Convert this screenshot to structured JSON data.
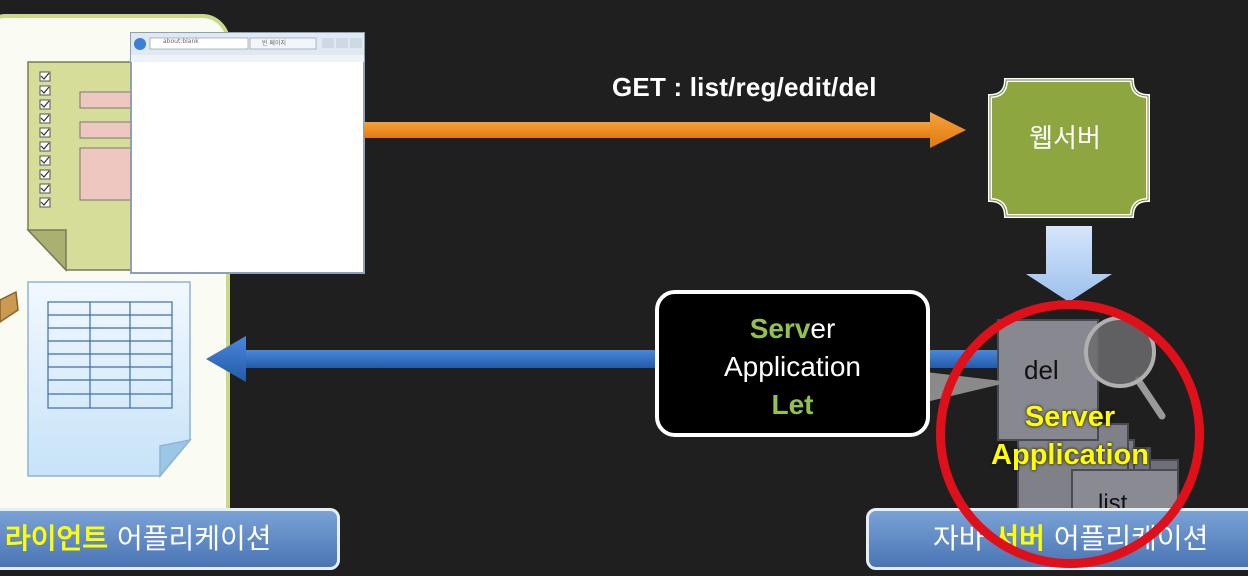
{
  "request": {
    "label": "GET : list/reg/edit/del"
  },
  "web_server": {
    "label": "웹서버"
  },
  "callout": {
    "line1_highlight": "Serv",
    "line1_rest": "er",
    "line2": "Application",
    "line3": "Let"
  },
  "server_app": {
    "doc_top": "del",
    "doc_bottom": "list",
    "line1": "Server",
    "line2": "Application"
  },
  "client_bar": {
    "highlight": "라이언트",
    "rest": " 어플리케이션"
  },
  "server_bar": {
    "pre": "자바 ",
    "highlight": "서버",
    "rest": " 어플리케이션"
  },
  "browser": {
    "url": "about:blank",
    "tab": "빈 페이지"
  },
  "colors": {
    "background": "#1f1f1f",
    "request_arrow": "#f08a1c",
    "response_arrow": "#2f6fc6",
    "web_server_fill": "#8ea640",
    "highlight_green": "#93c24a",
    "highlight_yellow": "#ffff00",
    "ring": "#e0101a",
    "bar_fill": "#5f88c4"
  },
  "icons": [
    "form-document-icon",
    "browser-window-icon",
    "table-document-icon",
    "magnifier-icon",
    "server-document-stack-icon"
  ]
}
